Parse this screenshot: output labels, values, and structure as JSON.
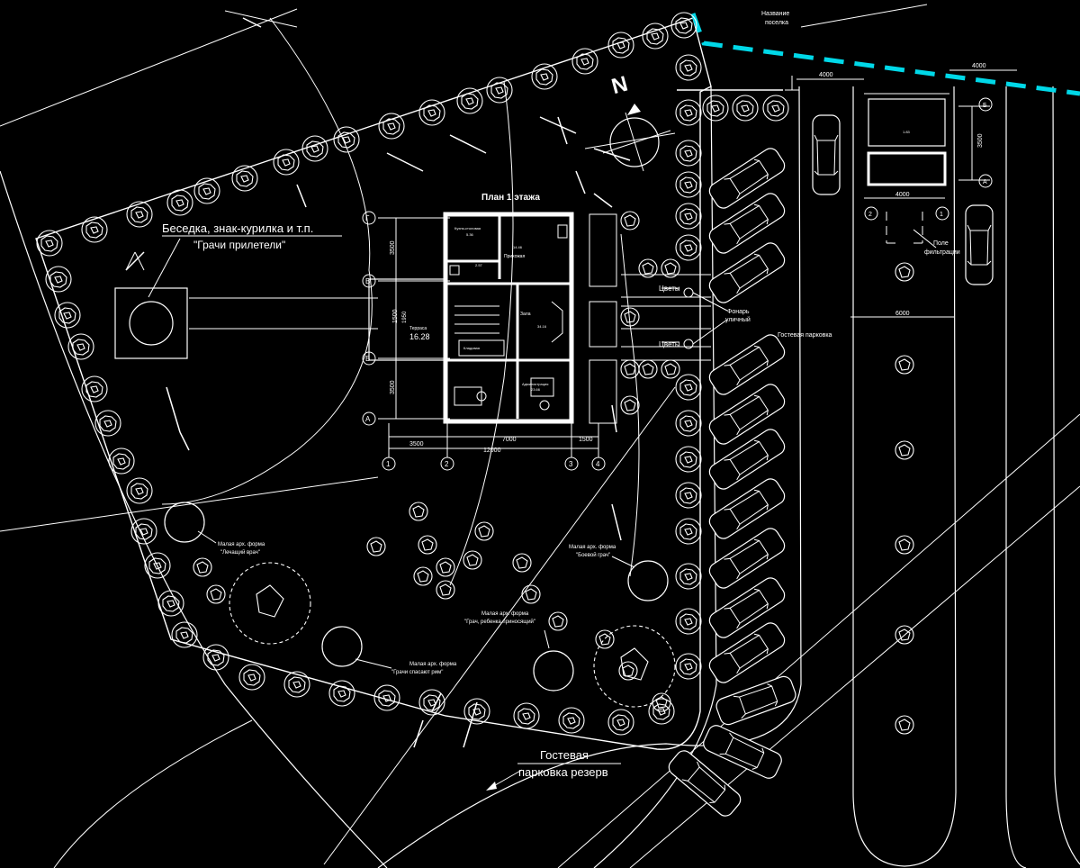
{
  "plan": {
    "title": "План 1 этажа",
    "north": "N",
    "gazebo_label": "Беседка, знак-курилка и т.п.",
    "gazebo_name": "\"Грачи прилетели\"",
    "guest_parking": "Гостевая парковка",
    "guest_reserve_line1": "Гостевая",
    "guest_reserve_line2": "парковка резерв",
    "village_name_line1": "Название",
    "village_name_line2": "поселка",
    "flowers": "Цветы",
    "street_lamp_line1": "Фонарь",
    "street_lamp_line2": "уличный",
    "filter_field_line1": "Поле",
    "filter_field_line2": "фильтрации",
    "maf1_title": "Малая арх. форма",
    "maf1_name": "\"Лечащий врач\"",
    "maf2_title": "Малая арх. форма",
    "maf2_name": "\"Боевой грач\"",
    "maf3_title": "Малая арх. форма",
    "maf3_name": "\"Грач, ребенка приносящий\"",
    "maf4_title": "Малая арх. форма",
    "maf4_name": "\"Грачи спасают рим\"",
    "rooms": {
      "terrace": "Терраса",
      "terrace_area": "16.28",
      "kitchen": "Кухня-столовая",
      "kitchen_area": "5.36",
      "hall": "Зала",
      "hall_area": "34.16",
      "corridor": "Прихожая",
      "corridor_area": "14.46",
      "admin": "Администрация",
      "admin_area": "23.66",
      "storage": "Кладовая",
      "wc_area": "2.57"
    },
    "dims": {
      "d3500a": "3500",
      "d3500b": "3500",
      "d1500": "1500",
      "d3500c": "3500",
      "d12000": "12000",
      "d7000": "7000",
      "d1500b": "1500",
      "d4000a": "4000",
      "d4000b": "4000",
      "d4000c": "4000",
      "d6000": "6000",
      "d3500v": "3500",
      "d1950": "1950"
    },
    "axes_letters": [
      "Г",
      "В",
      "Б",
      "А"
    ],
    "axes_numbers": [
      "1",
      "2",
      "3",
      "4"
    ],
    "small_axes": [
      "Б",
      "А",
      "2",
      "1"
    ],
    "small_room": "1.83"
  }
}
